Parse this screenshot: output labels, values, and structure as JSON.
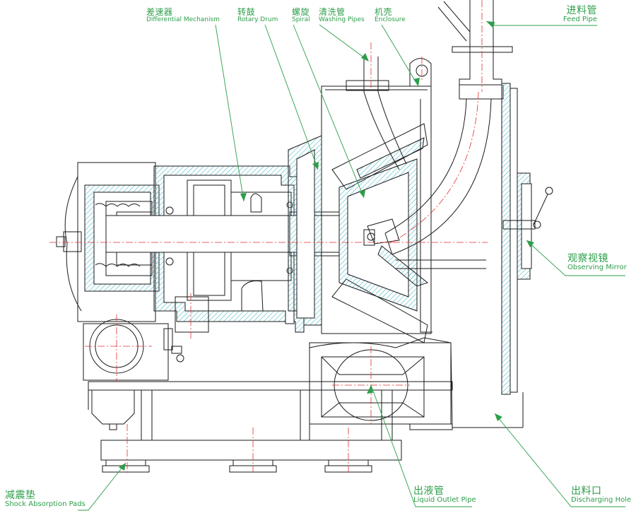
{
  "colors": {
    "line": "#1a1a1a",
    "callout": "#2c9e4a",
    "hatch": "#4db8c8",
    "centerline": "#e03030"
  },
  "labels": {
    "differential": {
      "zh": "差速器",
      "en": "Differential Mechanism"
    },
    "rotary_drum": {
      "zh": "转鼓",
      "en": "Rotary Drum"
    },
    "spiral": {
      "zh": "螺旋",
      "en": "Spiral"
    },
    "washing_pipes": {
      "zh": "清洗管",
      "en": "Washing Pipes"
    },
    "enclosure": {
      "zh": "机壳",
      "en": "Enclosure"
    },
    "feed_pipe": {
      "zh": "进料管",
      "en": "Feed Pipe"
    },
    "observing_mirror": {
      "zh": "观察视镜",
      "en": "Observing Mirror"
    },
    "shock_pads": {
      "zh": "减震垫",
      "en": "Shock Absorption Pads"
    },
    "liquid_outlet": {
      "zh": "出液管",
      "en": "Liquid Outlet Pipe"
    },
    "discharging_hole": {
      "zh": "出料口",
      "en": "Discharging Hole"
    }
  }
}
